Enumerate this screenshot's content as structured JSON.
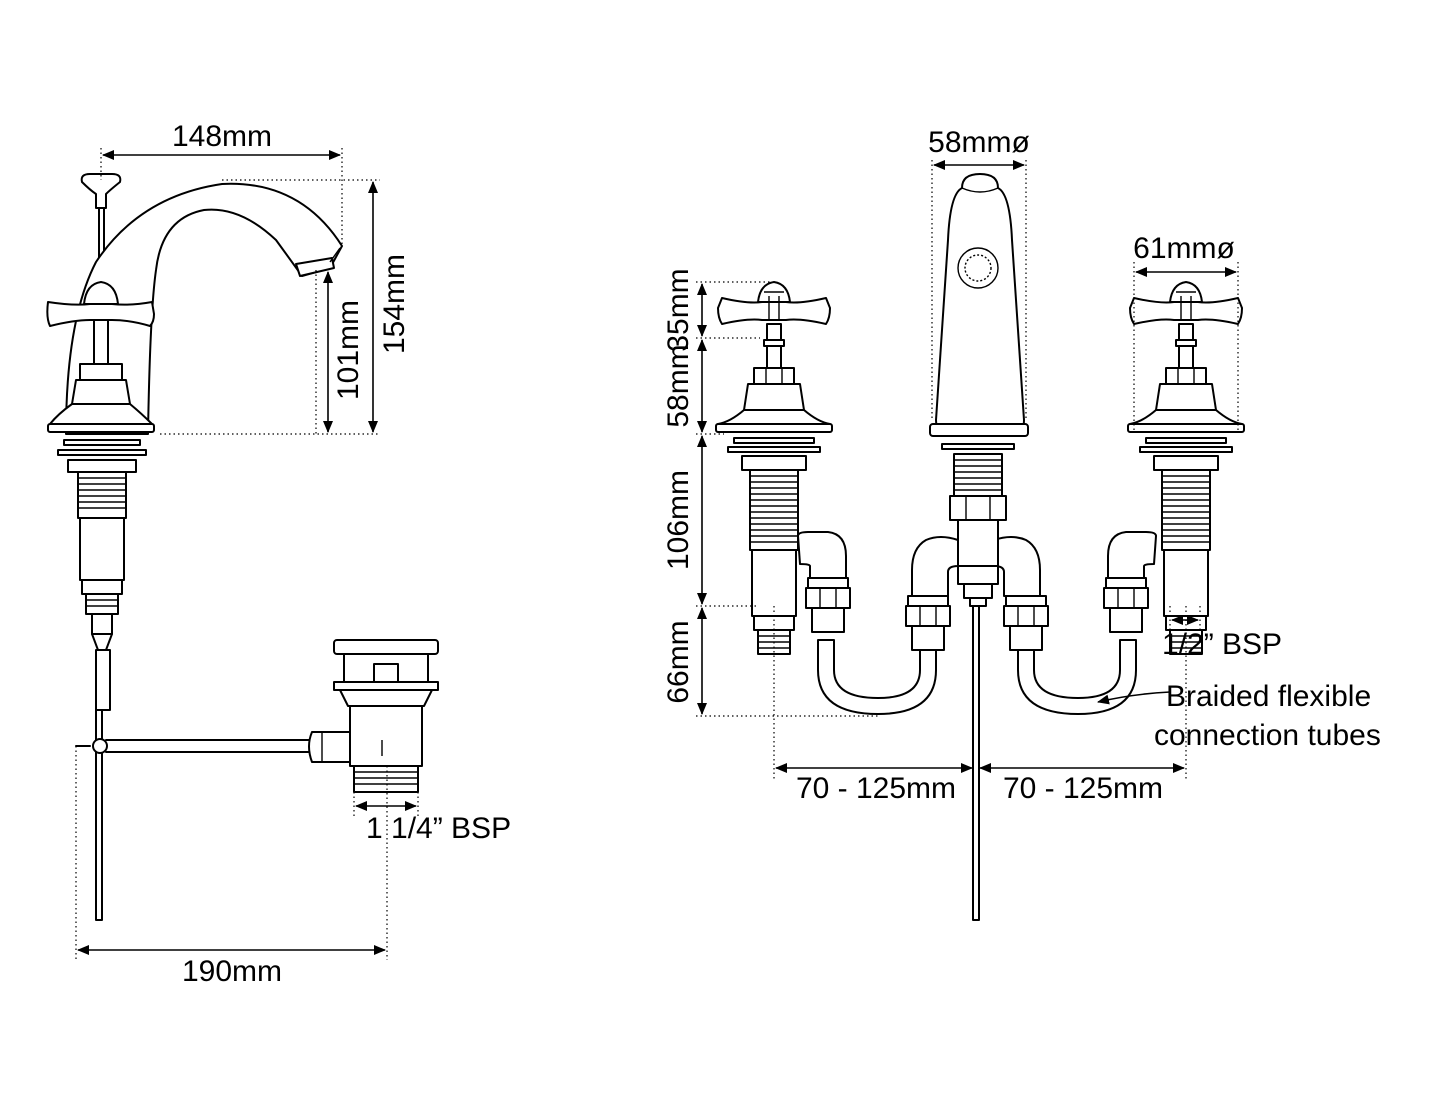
{
  "side_view": {
    "spout_width": "148mm",
    "overall_height": "154mm",
    "spout_height": "101mm",
    "waste_thread": "1 1/4” BSP",
    "pop_up_reach": "190mm"
  },
  "front_view": {
    "spout_diameter": "58mmø",
    "handle_diameter": "61mmø",
    "handle_height": "35mm",
    "valve_height": "58mm",
    "body_height": "106mm",
    "tube_drop": "66mm",
    "centres_left": "70 - 125mm",
    "centres_right": "70 - 125mm",
    "inlet_thread": "1/2” BSP",
    "tubes_label_line1": "Braided flexible",
    "tubes_label_line2": "connection tubes"
  }
}
